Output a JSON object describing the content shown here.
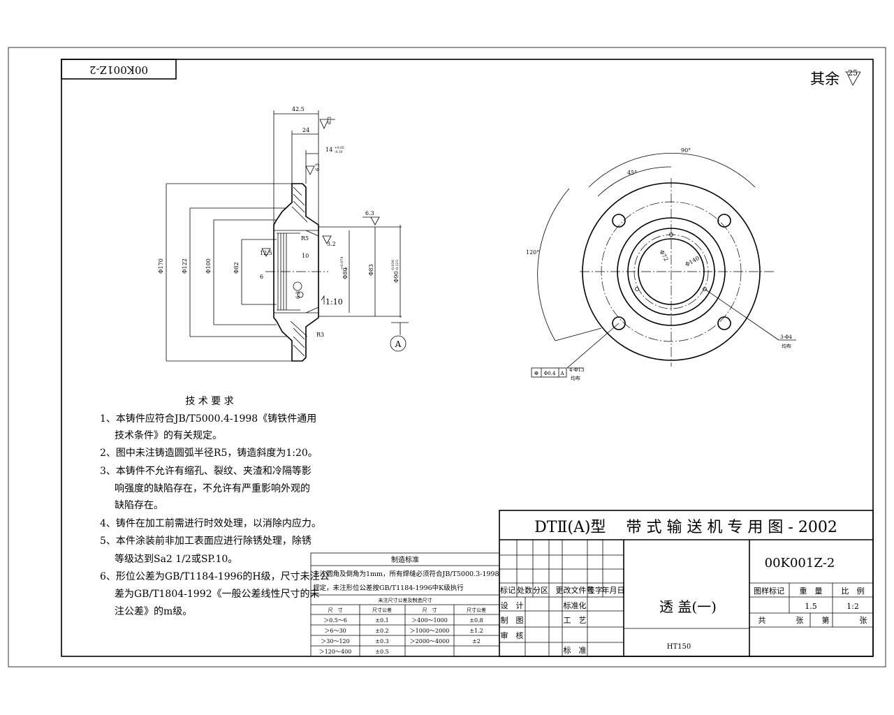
{
  "drawing_number": "00K001Z-2",
  "drawing_number_rotated": "00K001Z-2",
  "surface_finish_note": {
    "label": "其余",
    "value": "25"
  },
  "section_view": {
    "dims": [
      "42.5",
      "24",
      "14",
      "+0.05",
      "-0.10",
      "6.3",
      "6.3",
      "6.3",
      "3.2",
      "12.5",
      "10",
      "R5",
      "6",
      "6.3",
      "1:10",
      "R3",
      "A"
    ],
    "diameters": [
      "Φ170",
      "Φ122",
      "Φ100",
      "Φ82",
      "Φ80",
      "+0.074",
      "0",
      "Φ83",
      "Φ90",
      "-0.036",
      "-0.123"
    ]
  },
  "end_view": {
    "labels": [
      "90°",
      "45°",
      "120°",
      "Φ72",
      "Φ140",
      "3-Φ4",
      "均布",
      "4-Φ13",
      "均布"
    ],
    "tolerance_frame": [
      "⊕",
      "Φ0.4",
      "A"
    ]
  },
  "tech_requirements": {
    "title": "技 术 要 求",
    "items": [
      "1、本铸件应符合JB/T5000.4-1998《铸铁件通用",
      "技术条件》的有关规定。",
      "2、图中未注铸造圆弧半径R5，铸造斜度为1:20。",
      "3、本铸件不允许有缩孔、裂纹、夹渣和冷隔等影",
      "响强度的缺陷存在，不允许有严重影响外观的",
      "缺陷存在。",
      "4、铸件在加工前需进行时效处理，以消除内应力。",
      "5、本件涂装前非加工表面应进行除锈处理，除锈",
      "等级达到Sa2 1/2或SP.10。",
      "6、形位公差为GB/T1184-1996的H级，尺寸未注公",
      "差为GB/T1804-1992《一般公差线性尺寸的未",
      "注公差》的m级。"
    ]
  },
  "mfg_standard": {
    "title": "制造标准",
    "note1": "未注圆角及倒角为1mm，所有焊缝必须符合JB/T5000.3-1998",
    "note2": "规定，未注形位公差按GB/T1184-1996中K级执行",
    "table_title": "未注尺寸公差及制造尺寸",
    "headers": [
      "尺　寸",
      "尺寸公差",
      "尺　寸",
      "尺寸公差"
    ],
    "rows": [
      [
        "＞0.5～6",
        "±0.1",
        "＞400～1000",
        "±0.8"
      ],
      [
        "＞6～30",
        "±0.2",
        "＞1000～2000",
        "±1.2"
      ],
      [
        "＞30～120",
        "±0.3",
        "＞2000～4000",
        "±2"
      ],
      [
        "＞120～400",
        "±0.5",
        "",
        ""
      ]
    ]
  },
  "title_block": {
    "series": "DTⅡ(A)型　 带 式 输 送 机 专 用 图 - 2002",
    "drawing_no": "00K001Z-2",
    "part_name": "透 盖(一)",
    "material": "HT150",
    "rev_headers": [
      "标记",
      "处数",
      "分区",
      "更改文件号",
      "签字",
      "年月日"
    ],
    "roles": [
      "设　计",
      "制　图",
      "审　核"
    ],
    "roles2": [
      "标准化",
      "工　艺",
      "标　准"
    ],
    "info_headers": [
      "图样标记",
      "重　量",
      "比　例"
    ],
    "weight": "1.5",
    "scale": "1:2",
    "sheet_row": [
      "共",
      "张",
      "第",
      "张"
    ]
  }
}
